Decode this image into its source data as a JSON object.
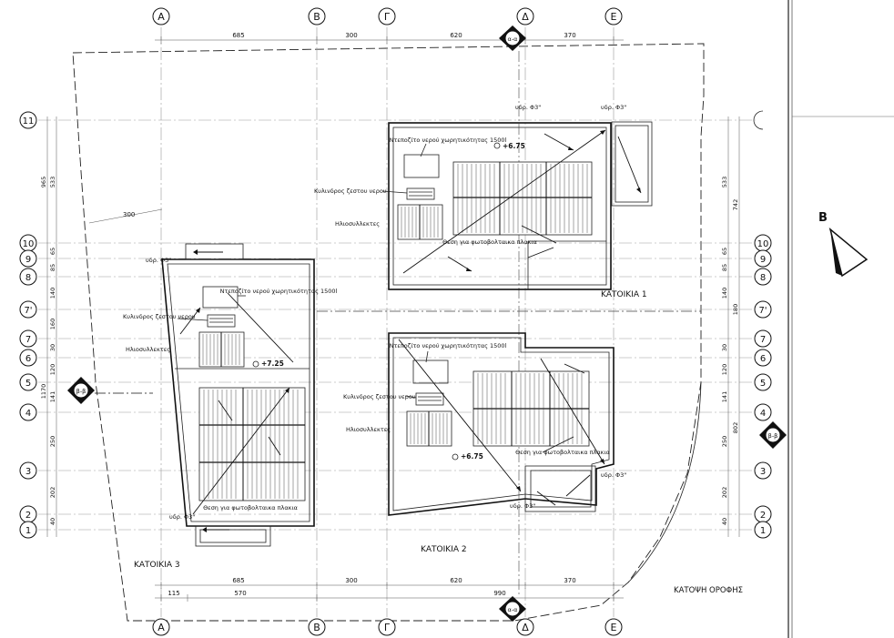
{
  "grid_columns": [
    "Α",
    "Β",
    "Γ",
    "Δ",
    "Ε"
  ],
  "grid_rows": [
    "11",
    "10",
    "9",
    "8",
    "7'",
    "7",
    "6",
    "5",
    "4",
    "3",
    "2",
    "1"
  ],
  "dims_top": [
    "685",
    "300",
    "620",
    "370"
  ],
  "dims_bottom_row1": [
    "685",
    "300",
    "620",
    "370"
  ],
  "dims_bottom_row2": [
    "115",
    "570",
    "990"
  ],
  "dims_left": [
    "533",
    "965",
    "65",
    "85",
    "140",
    "160",
    "30",
    "120",
    "141",
    "1170",
    "250",
    "202",
    "40",
    "300"
  ],
  "dims_right": [
    "533",
    "742",
    "65",
    "85",
    "140",
    "180",
    "30",
    "120",
    "141",
    "802",
    "250",
    "202",
    "40"
  ],
  "houses": {
    "h1": {
      "label": "ΚΑΤΟΙΚΙΑ 1",
      "tank": "Ντεποζίτο νερού χωρητικότητας 1500l",
      "cylinder": "Κυλινδρος ζεστου νερου",
      "collectors": "Ηλιοσυλλεκτες",
      "pv": "Θεση για φωτοβολταικα πλακια",
      "level": "+6.75",
      "drain1": "υδρ. Φ3\"",
      "drain2": "υδρ. Φ3\""
    },
    "h2": {
      "label": "ΚΑΤΟΙΚΙΑ 2",
      "tank": "Ντεποζίτο νερού χωρητικότητας 1500l",
      "cylinder": "Κυλινδρος ζεστου νερου",
      "collectors": "Ηλιοσυλλεκτες",
      "pv": "Θεση για φωτοβολταικα πλακια",
      "level": "+6.75",
      "drain1": "υδρ. Φ3\"",
      "drain2": "υδρ. Φ3\""
    },
    "h3": {
      "label": "ΚΑΤΟΙΚΙΑ 3",
      "tank": "Ντεποζίτο νερού χωρητικότητας 1500l",
      "cylinder": "Κυλινδρος ζεστου νερου",
      "collectors": "Ηλιοσυλλεκτες",
      "pv": "Θεση για φωτοβολταικα πλακια",
      "level": "+7.25",
      "drain1": "υδρ. Φ3\"",
      "drain2": "υδρ. Φ3\""
    }
  },
  "section_marks": {
    "aa": "α-α",
    "bb": "β-β"
  },
  "plan_title": "ΚΑΤΟΨΗ ΟΡΟΦΗΣ",
  "north": "Β",
  "setback_dim": "300"
}
